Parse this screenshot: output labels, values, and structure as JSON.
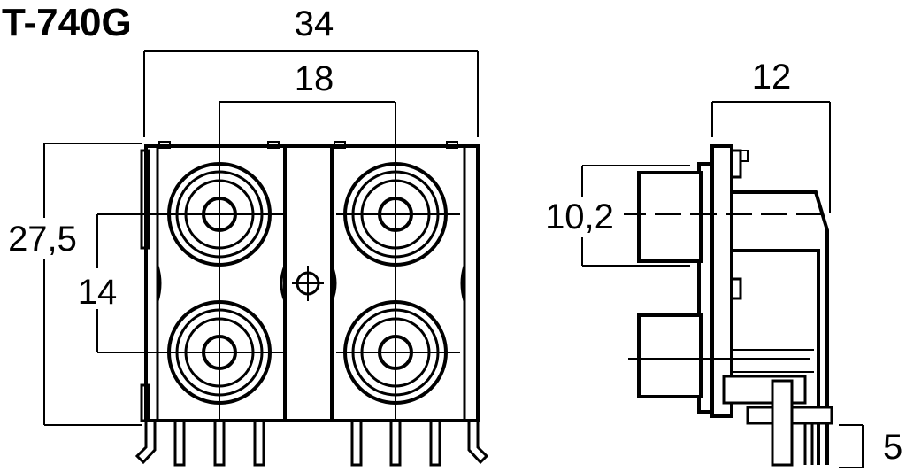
{
  "model": "T-740G",
  "dimensions": {
    "overall_width": "34",
    "jack_spacing_h": "18",
    "overall_height": "27,5",
    "jack_spacing_v": "14",
    "depth": "12",
    "jack_diameter": "10,2",
    "pin_length": "5"
  }
}
